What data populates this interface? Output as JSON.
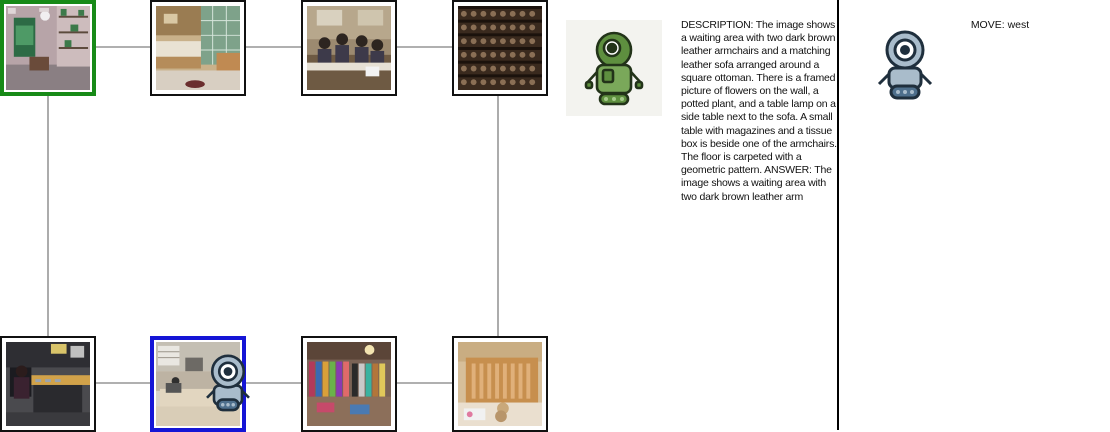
{
  "colors": {
    "start_border": "#178a17",
    "current_border": "#1515d6",
    "edge_line": "#808080",
    "green_robot": "#5e8f3f",
    "blue_robot": "#4e6f8c"
  },
  "map": {
    "rooms": [
      {
        "id": "room-1",
        "scene": "shop-shelves",
        "state": "start"
      },
      {
        "id": "room-2",
        "scene": "kitchen",
        "state": "normal"
      },
      {
        "id": "room-3",
        "scene": "classroom-people",
        "state": "normal"
      },
      {
        "id": "room-4",
        "scene": "wine-cellar",
        "state": "normal"
      },
      {
        "id": "room-5",
        "scene": "control-room",
        "state": "normal"
      },
      {
        "id": "room-6",
        "scene": "office",
        "state": "current"
      },
      {
        "id": "room-7",
        "scene": "clothing-store",
        "state": "normal"
      },
      {
        "id": "room-8",
        "scene": "nursery-crib",
        "state": "normal"
      }
    ],
    "agent_location": "room-6"
  },
  "observer": {
    "icon": "green-robot-icon",
    "description": "DESCRIPTION: The image shows a waiting area with two dark brown leather armchairs and a matching leather sofa arranged around a square ottoman. There is a framed picture of flowers on the wall, a potted plant, and a table lamp on a side table next to the sofa. A small table with magazines and a tissue box is beside one of the armchairs. The floor is carpeted with a geometric pattern.  ANSWER: The image shows a waiting area with two dark brown leather arm"
  },
  "actor": {
    "icon": "blue-robot-icon",
    "move": "MOVE: west"
  }
}
